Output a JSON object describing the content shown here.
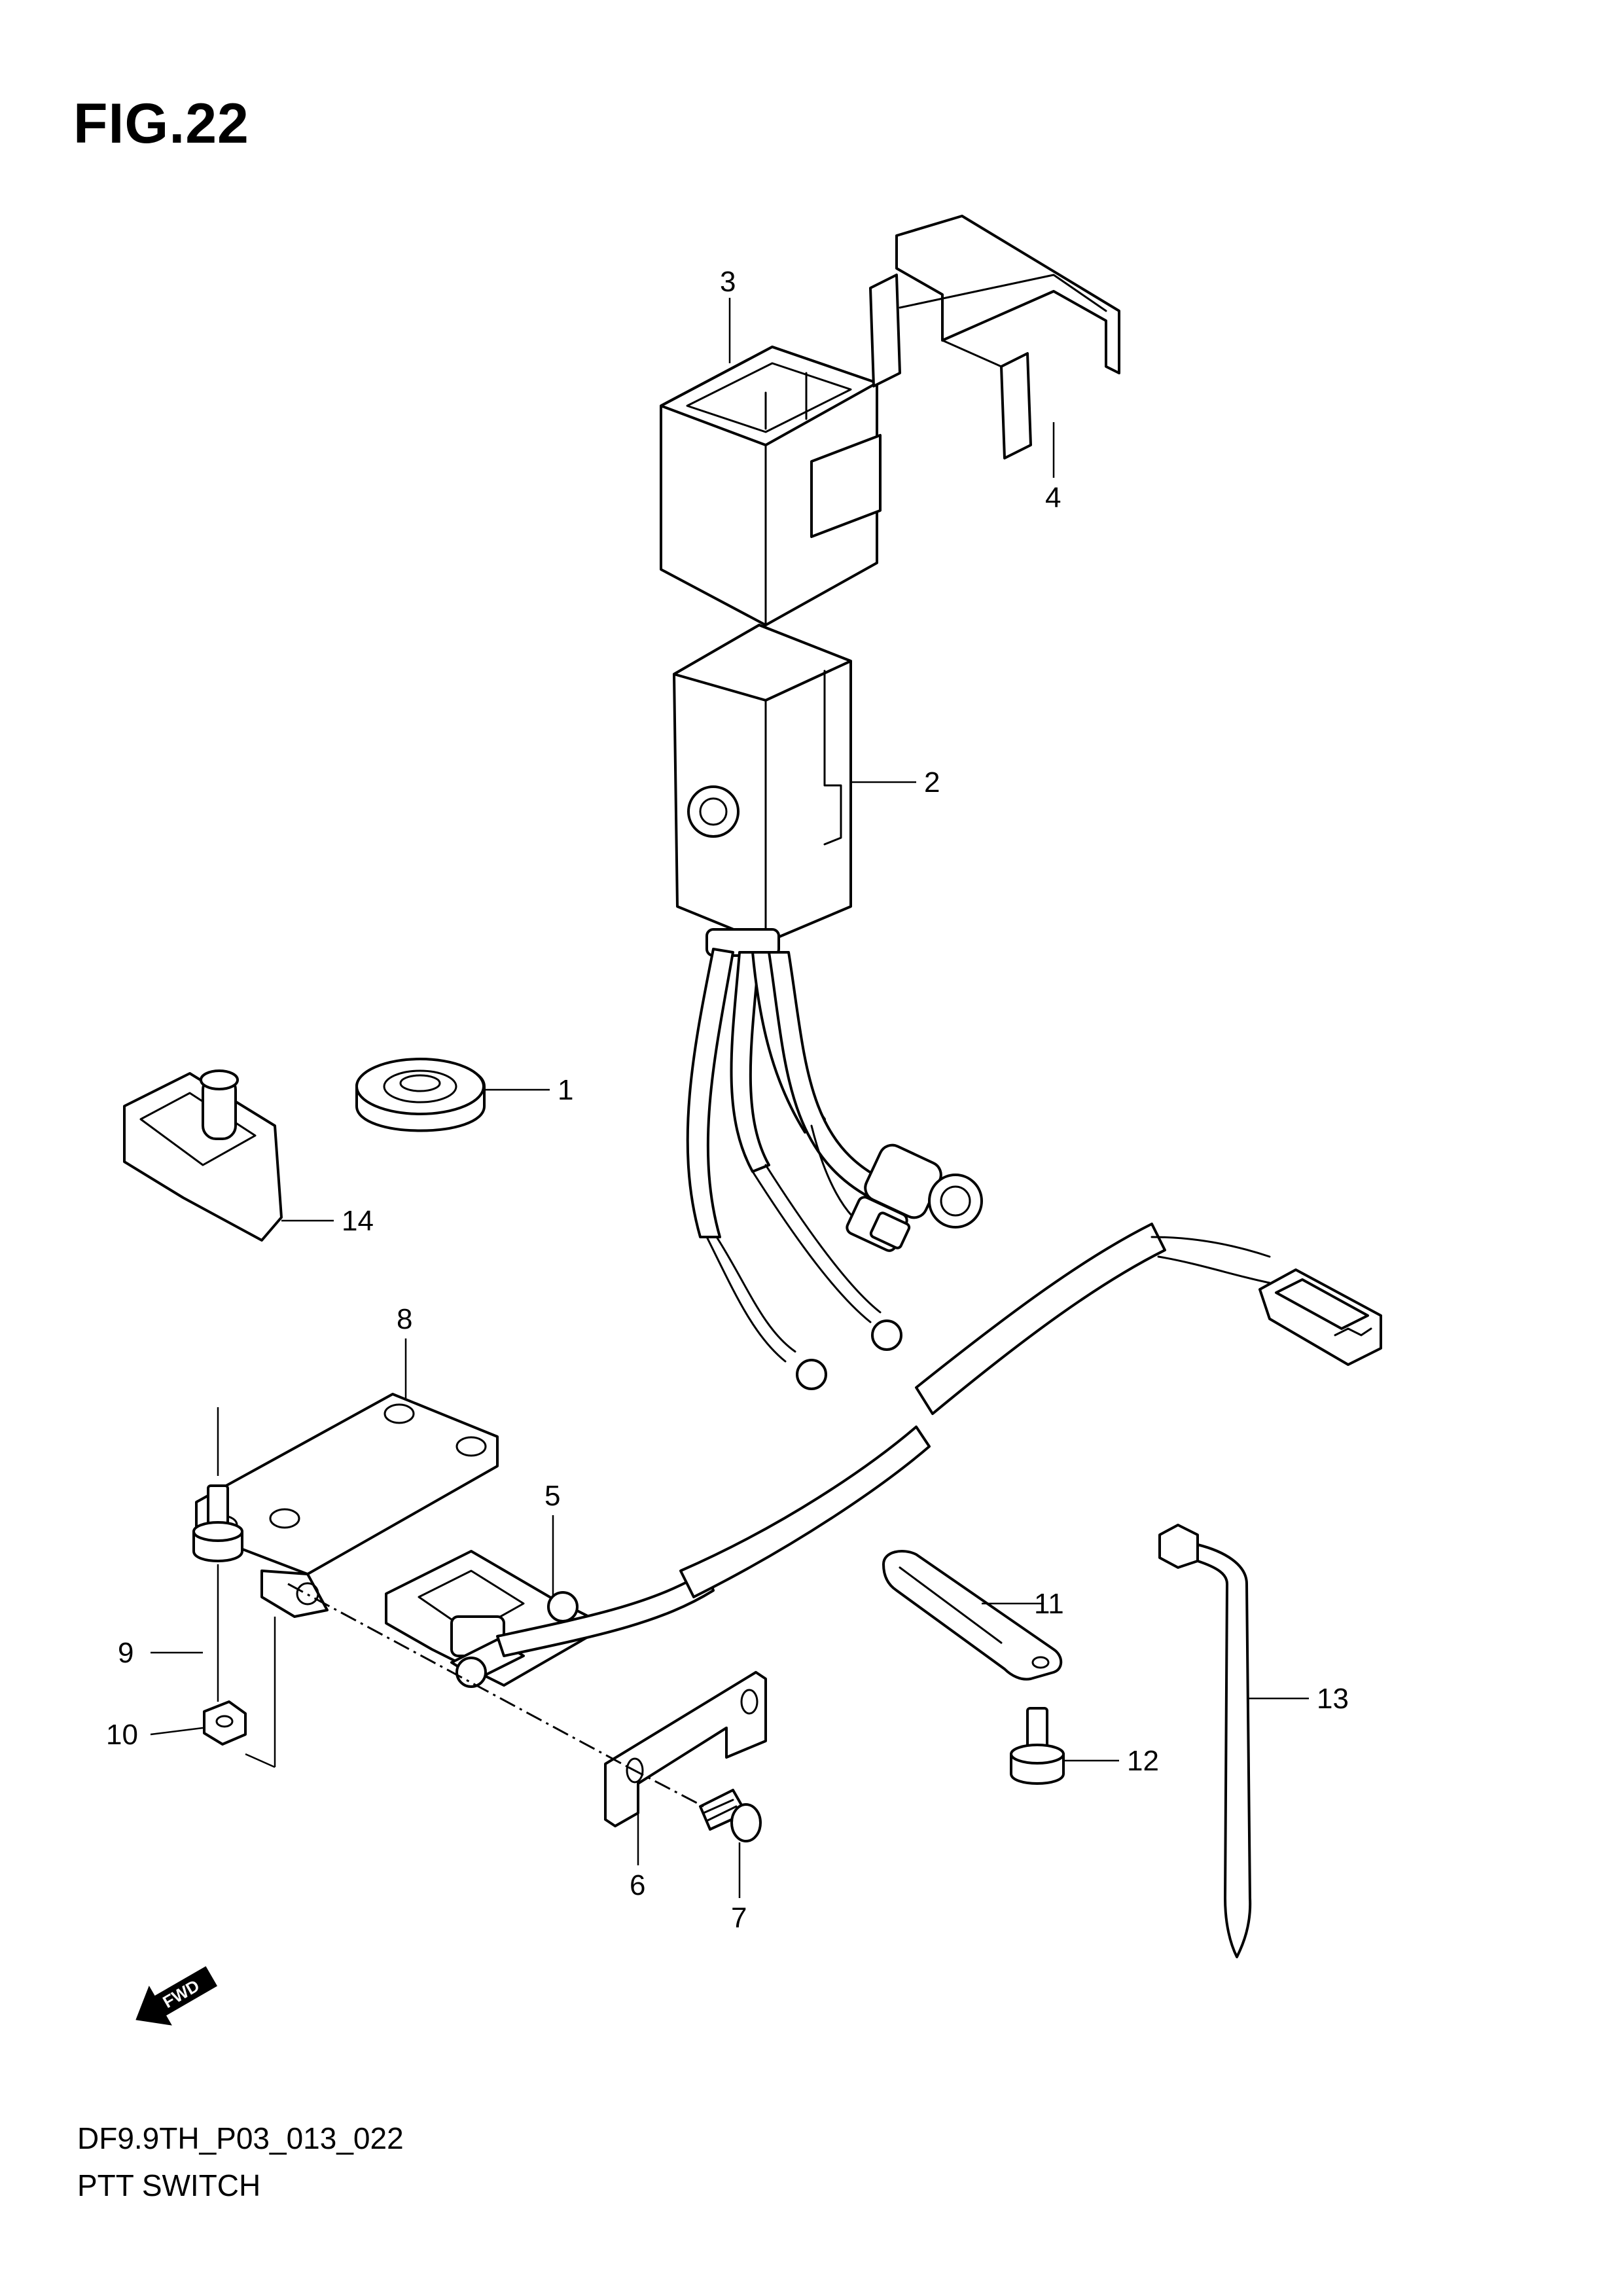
{
  "figure": {
    "title": "FIG.22",
    "code": "DF9.9TH_P03_013_022",
    "name": "PTT SWITCH"
  },
  "direction_arrow": {
    "label": "FWD",
    "icon": "fwd-arrow-icon"
  },
  "callouts": [
    "1",
    "2",
    "3",
    "4",
    "5",
    "6",
    "7",
    "8",
    "9",
    "10",
    "11",
    "12",
    "13",
    "14"
  ]
}
